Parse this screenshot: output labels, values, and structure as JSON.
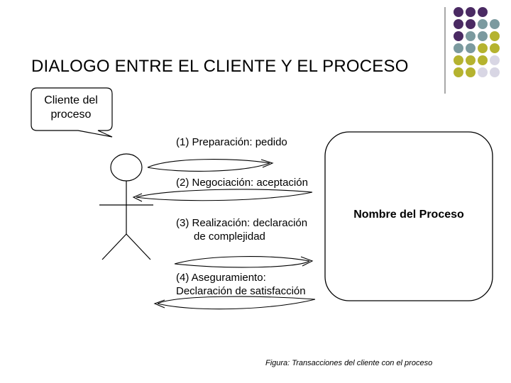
{
  "slide": {
    "title": "DIALOGO ENTRE EL CLIENTE Y EL PROCESO",
    "palette": {
      "purple": "#4a2a63",
      "teal": "#7b9a9f",
      "olive": "#b5b32f",
      "lavender": "#d8d6e4"
    }
  },
  "actor": {
    "bubble_line1": "Cliente del",
    "bubble_line2": "proceso"
  },
  "transactions": {
    "t1": "(1) Preparación: pedido",
    "t2": "(2) Negociación: aceptación",
    "t3_line1": "(3) Realización: declaración",
    "t3_line2": "de complejidad",
    "t4_line1": "(4) Aseguramiento:",
    "t4_line2": "Declaración de satisfacción"
  },
  "process": {
    "name": "Nombre del Proceso"
  },
  "caption": "Figura: Transacciones del cliente con el proceso"
}
